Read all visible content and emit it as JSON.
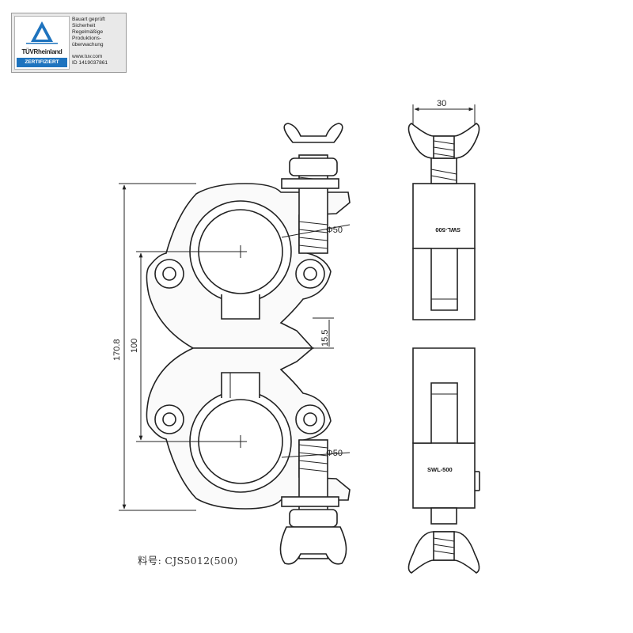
{
  "certification_badge": {
    "brand": "TÜVRheinland",
    "status": "ZERTIFIZIERT",
    "lines": [
      "Bauart geprüft",
      "Sicherheit",
      "Regelmäßige",
      "Produktions-",
      "überwachung"
    ],
    "website": "www.tuv.com",
    "id_text": "ID 1419037861",
    "accent_color": "#1e73be"
  },
  "dimensions": {
    "overall_height": "170.8",
    "center_distance": "100",
    "gap": "15.5",
    "tube_diameter_top": "Φ50",
    "tube_diameter_bottom": "Φ50",
    "width": "30"
  },
  "side_markings": {
    "load_mark_top": "SWL-500",
    "load_mark_bottom": "SWL-500"
  },
  "part_number_label": "料号:  CJS5012(500)"
}
